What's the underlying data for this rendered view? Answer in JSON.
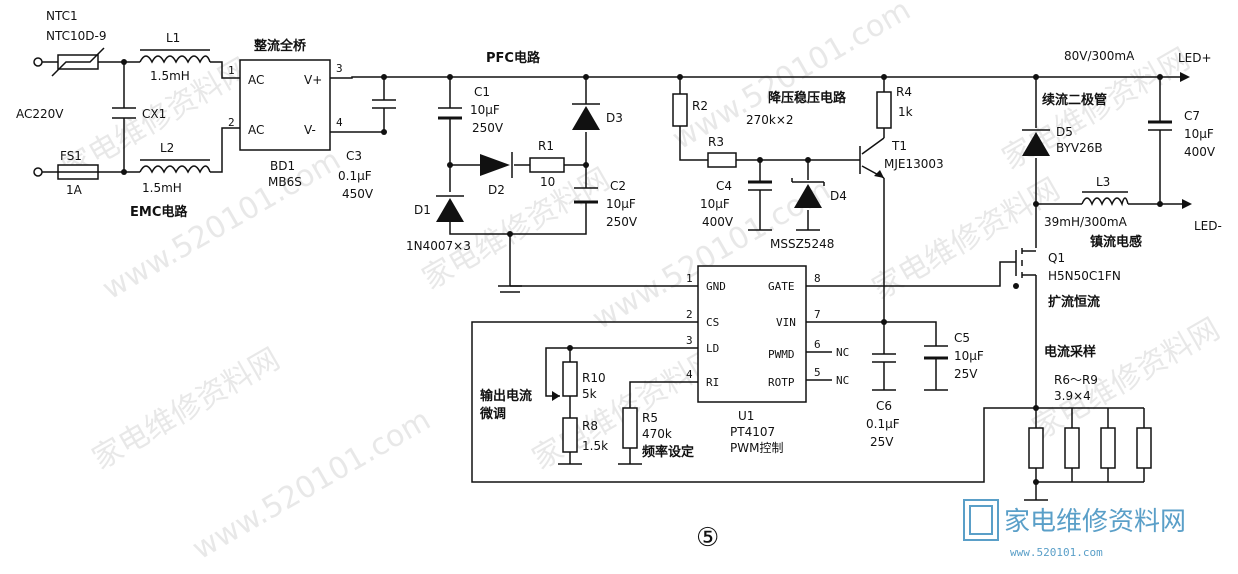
{
  "labels": {
    "ntc1": "NTC1",
    "ntc_part": "NTC10D-9",
    "l1": "L1",
    "l1_val": "1.5mH",
    "ac220": "AC220V",
    "cx1": "CX1",
    "fs1": "FS1",
    "fs1_val": "1A",
    "l2": "L2",
    "l2_val": "1.5mH",
    "emc": "EMC电路",
    "rectifier": "整流全桥",
    "ac_a": "AC",
    "ac_b": "AC",
    "vplus": "V+",
    "vminus": "V-",
    "bd1": "BD1",
    "mb6s": "MB6S",
    "c3": "C3",
    "c3_val1": "0.1μF",
    "c3_val2": "450V",
    "pfc": "PFC电路",
    "c1": "C1",
    "c1_val1": "10μF",
    "c1_val2": "250V",
    "d2": "D2",
    "r1": "R1",
    "r1_val": "10",
    "d3": "D3",
    "c2": "C2",
    "c2_val1": "10μF",
    "c2_val2": "250V",
    "d1": "D1",
    "d1_part": "1N4007×3",
    "buck": "降压稳压电路",
    "r2": "R2",
    "r2_val": "270k×2",
    "r3": "R3",
    "c4": "C4",
    "c4_val1": "10μF",
    "c4_val2": "400V",
    "d4": "D4",
    "d4_part": "MSSZ5248",
    "r4": "R4",
    "r4_val": "1k",
    "t1": "T1",
    "t1_part": "MJE13003",
    "output": "80V/300mA",
    "led_plus": "LED+",
    "led_minus": "LED-",
    "freewheel": "续流二极管",
    "d5": "D5",
    "d5_part": "BYV26B",
    "c7": "C7",
    "c7_val1": "10μF",
    "c7_val2": "400V",
    "l3": "L3",
    "l3_val": "39mH/300mA",
    "ballast": "镇流电感",
    "q1": "Q1",
    "q1_part": "H5N50C1FN",
    "constant": "扩流恒流",
    "sense": "电流采样",
    "r6r9": "R6～R9",
    "r6r9_val": "3.9×4",
    "u1": "U1",
    "u1_part": "PT4107",
    "pwm": "PWM控制",
    "c5": "C5",
    "c5_val1": "10μF",
    "c5_val2": "25V",
    "c6": "C6",
    "c6_val1": "0.1μF",
    "c6_val2": "25V",
    "fine1": "输出电流",
    "fine2": "微调",
    "r10": "R10",
    "r10_val": "5k",
    "r8": "R8",
    "r8_val": "1.5k",
    "r5": "R5",
    "r5_val": "470k",
    "freq": "频率设定",
    "figure_no": "⑤"
  },
  "pins": {
    "p1": "1",
    "gnd": "GND",
    "p8": "8",
    "gate": "GATE",
    "p2": "2",
    "cs": "CS",
    "p7": "7",
    "vin": "VIN",
    "p3": "3",
    "ld": "LD",
    "p6": "6",
    "pwmd": "PWMD",
    "nc6": "NC",
    "p4": "4",
    "ri": "RI",
    "p5": "5",
    "rotp": "ROTP",
    "nc5": "NC",
    "bd_p1": "1",
    "bd_p2": "2",
    "bd_p3": "3",
    "bd_p4": "4"
  },
  "watermark": {
    "text_cn": "家电维修资料网",
    "text_url": "www.520101.com",
    "logo_cn": "家电维修资料网",
    "logo_url": "www.520101.com"
  }
}
